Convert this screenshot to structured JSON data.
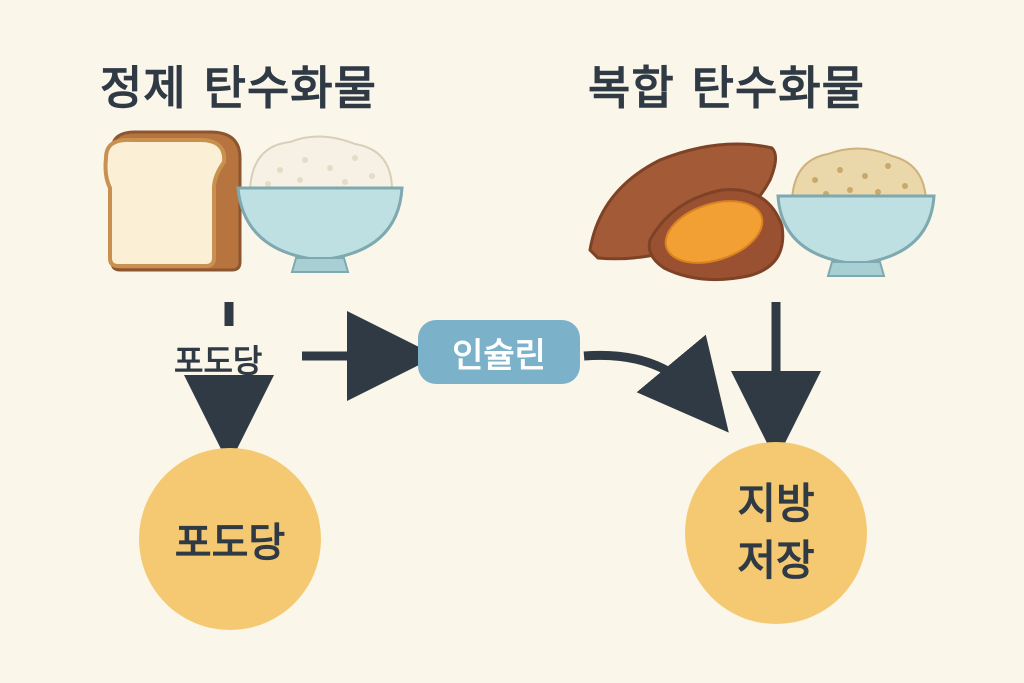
{
  "titles": {
    "refined": "정제 탄수화물",
    "complex": "복합 탄수화물"
  },
  "flow": {
    "glucose_label": "포도당",
    "insulin_label": "인슐린",
    "glucose_result": "포도당",
    "fat_storage_line1": "지방",
    "fat_storage_line2": "저장"
  },
  "icons": {
    "refined_foods": [
      "bread-icon",
      "white-rice-bowl-icon"
    ],
    "complex_foods": [
      "sweet-potato-icon",
      "brown-rice-bowl-icon"
    ]
  },
  "colors": {
    "background": "#fbf6ea",
    "text": "#2f3a44",
    "arrow": "#2f3a44",
    "insulin_pill": "#7bb1c9",
    "result_circle": "#f5c971",
    "bowl": "#bfe0e3",
    "sweet_potato_skin": "#a35a36",
    "sweet_potato_flesh": "#f2a033"
  }
}
